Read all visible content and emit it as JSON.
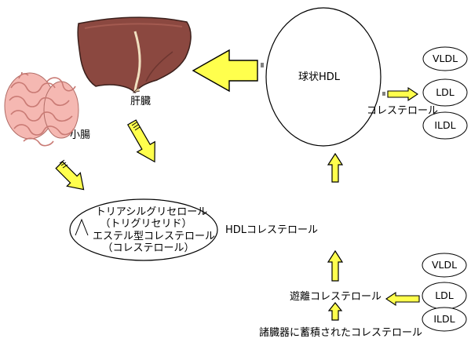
{
  "labels": {
    "liver": "肝臓",
    "intestine": "小腸",
    "spherical_hdl": "球状HDL",
    "hdl_cholesterol": "HDLコレステロール",
    "cholesterol_right": "コレステロール",
    "free_cholesterol": "遊離コレステロール",
    "stored_cholesterol": "諸臓器に蓄積されたコレステロール"
  },
  "lipid_oval": {
    "line1": "トリアシルグリセロール",
    "line2": "（トリグリセリド）",
    "line3": "エステル型コレステロール",
    "line4": "（コレステロール）"
  },
  "lipoproteins_top": [
    "VLDL",
    "LDL",
    "ILDL"
  ],
  "lipoproteins_bottom": [
    "VLDL",
    "LDL",
    "ILDL"
  ],
  "colors": {
    "arrow_fill": "#ffff4d",
    "liver_fill": "#8b4840",
    "intestine_fill": "#f2a5a0",
    "stroke": "#000000"
  }
}
